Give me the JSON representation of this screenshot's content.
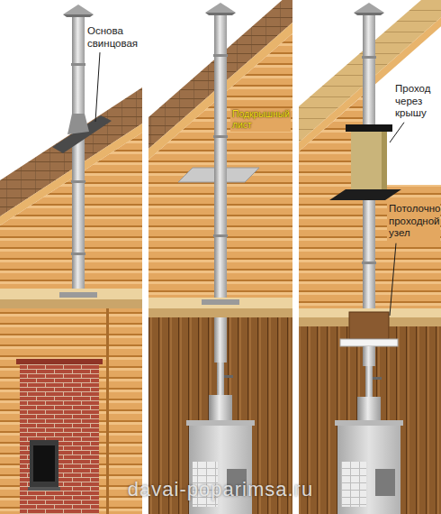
{
  "diagram": {
    "labels": [
      "Основа свинцовая",
      "Подкрышный лист",
      "Проход через крышу",
      "Потолочно проходной узел",
      "davai-poparimsa.ru"
    ]
  }
}
